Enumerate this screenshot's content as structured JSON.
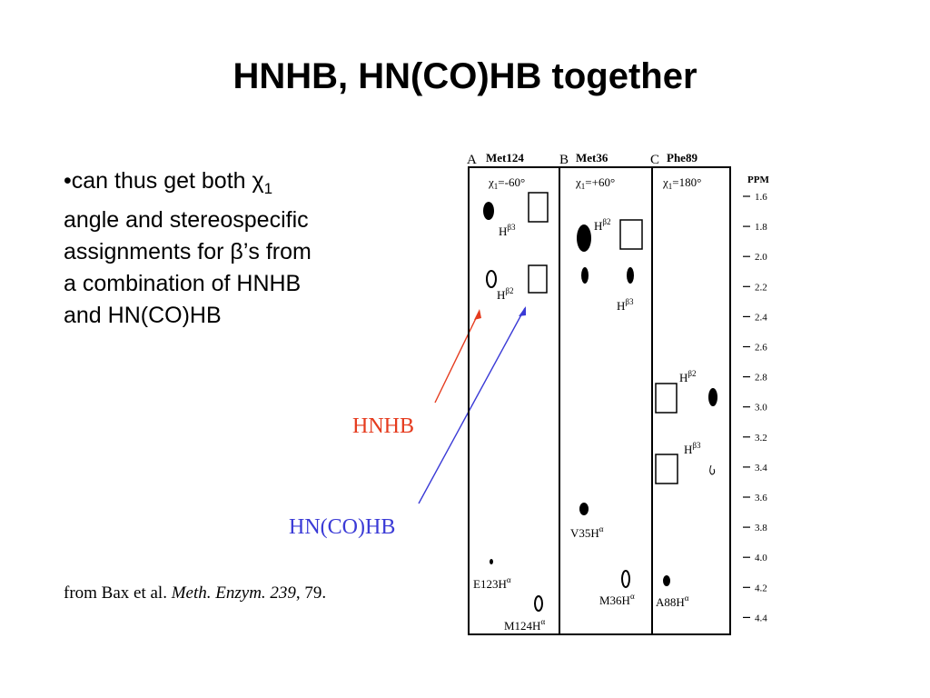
{
  "slide": {
    "title": "HNHB, HN(CO)HB together",
    "bullet": {
      "prefix": "•can thus get both ",
      "chi": "χ",
      "chi_sub": "1",
      "line2": "angle and stereospecific",
      "line3_a": "assignments for ",
      "beta": "β",
      "line3_b": "’s from",
      "line4": "a combination of HNHB",
      "line5": "and HN(CO)HB"
    },
    "labels": {
      "hnhb": "HNHB",
      "hncohb": "HN(CO)HB"
    },
    "citation": {
      "pre": "from Bax et al. ",
      "journal": "Meth. Enzym. 239",
      "post": ", 79."
    },
    "colors": {
      "hnhb": "#e53b1e",
      "hncohb": "#3a3ad6"
    }
  },
  "figure": {
    "panels": [
      {
        "letter": "A",
        "residue": "Met124",
        "chi_label": "χ",
        "chi_sub": "1",
        "chi_value": "=-60°"
      },
      {
        "letter": "B",
        "residue": "Met36",
        "chi_label": "χ",
        "chi_sub": "1",
        "chi_value": "=+60°"
      },
      {
        "letter": "C",
        "residue": "Phe89",
        "chi_label": "χ",
        "chi_sub": "1",
        "chi_value": "=180°"
      }
    ],
    "axis_title": "PPM",
    "ticks": [
      "1.6",
      "1.8",
      "2.0",
      "2.2",
      "2.4",
      "2.6",
      "2.8",
      "3.0",
      "3.2",
      "3.4",
      "3.6",
      "3.8",
      "4.0",
      "4.2",
      "4.4"
    ],
    "peak_labels": {
      "a_hb3": "H",
      "a_hb3_sup": "β3",
      "a_hb2": "H",
      "a_hb2_sup": "β2",
      "b_hb2": "H",
      "b_hb2_sup": "β2",
      "b_hb3": "H",
      "b_hb3_sup": "β3",
      "c_hb2": "H",
      "c_hb2_sup": "β2",
      "c_hb3": "H",
      "c_hb3_sup": "β3",
      "e123": "E123H",
      "e123_sup": "α",
      "m124": "M124H",
      "m124_sup": "α",
      "v35": "V35H",
      "v35_sup": "α",
      "m36": "M36H",
      "m36_sup": "α",
      "a88": "A88H",
      "a88_sup": "α"
    }
  }
}
